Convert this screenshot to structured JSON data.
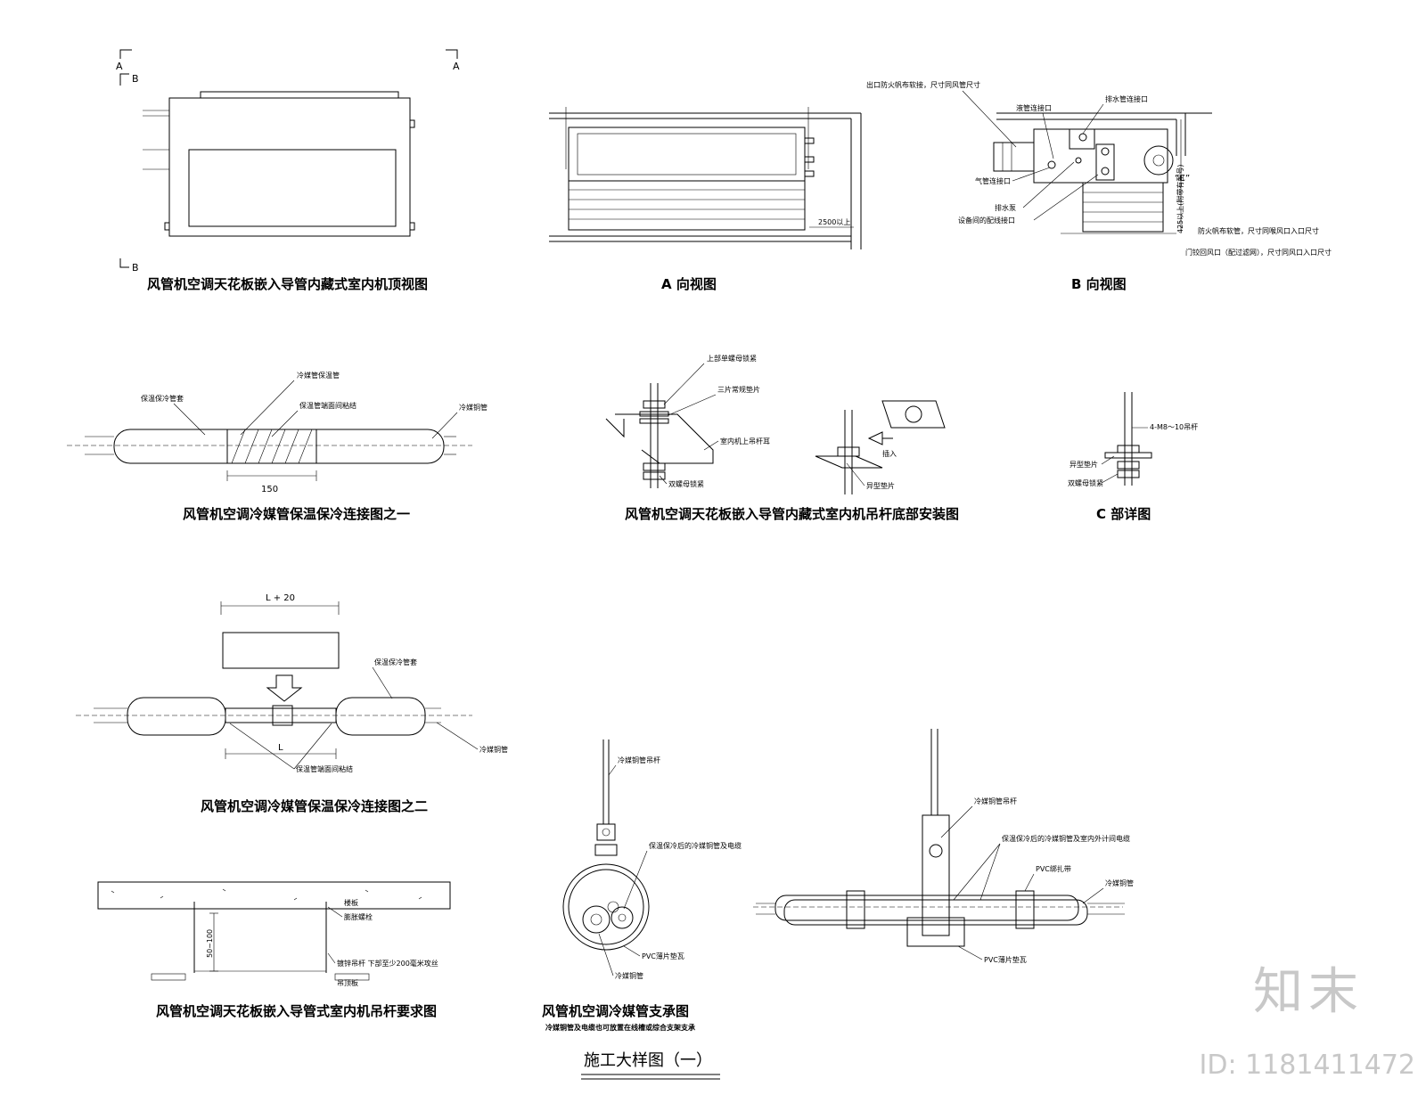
{
  "drawings": {
    "top_view": {
      "caption": "风管机空调天花板嵌入导管内藏式室内机顶视图",
      "sec_a1": "A",
      "sec_a2": "A",
      "sec_b1": "B",
      "sec_b2": "B"
    },
    "a_view": {
      "caption": "A 向视图",
      "dim": "2500以上"
    },
    "b_view": {
      "caption": "B 向视图",
      "notes": [
        "出口防火帆布软接，尺寸同风管尺寸",
        "液管连接口",
        "排水管连接口",
        "气管连接口",
        "排水泵",
        "设备间的配线接口",
        "防火帆布软管，尺寸同喉风口入口尺寸",
        "门铰回风口（配过滤网），尺寸同风口入口尺寸"
      ],
      "c_mark": "“C”",
      "vert_dim": "425以上(附带有型号)"
    },
    "insulation1": {
      "caption": "风管机空调冷媒管保温保冷连接图之一",
      "notes": [
        "冷媒管保温管",
        "保温保冷管套",
        "保温管端面间粘结",
        "冷媒铜管"
      ],
      "dim": "150"
    },
    "hanger_install": {
      "caption": "风管机空调天花板嵌入导管内藏式室内机吊杆底部安装图",
      "notes": [
        "上部单螺母锁紧",
        "三片常规垫片",
        "室内机上吊杆耳",
        "双螺母锁紧",
        "插入",
        "异型垫片"
      ]
    },
    "c_detail": {
      "caption": "C 部详图",
      "notes": [
        "4-M8～10吊杆",
        "异型垫片",
        "双螺母锁紧"
      ]
    },
    "insulation2": {
      "caption": "风管机空调冷媒管保温保冷连接图之二",
      "dim_top": "L + 20",
      "dim_bottom": "L",
      "notes": [
        "保温保冷管套",
        "冷媒铜管",
        "保温管端面间粘结"
      ]
    },
    "hanger_req": {
      "caption": "风管机空调天花板嵌入导管式室内机吊杆要求图",
      "notes": [
        "楼板",
        "膨胀螺栓",
        "镀锌吊杆 下部至少200毫米攻丝",
        "吊顶板"
      ],
      "dim": "50~100"
    },
    "support": {
      "caption": "风管机空调冷媒管支承图",
      "sub": "冷媒铜管及电缆也可放置在线槽或综合支架支承",
      "notes_left": [
        "冷媒铜管吊杆",
        "保温保冷后的冷媒铜管及电缆",
        "PVC薄片垫瓦",
        "冷媒铜管"
      ],
      "notes_right": [
        "冷媒铜管吊杆",
        "保温保冷后的冷媒铜管及室内外计间电缆",
        "PVC绑扎带",
        "冷媒铜管",
        "PVC薄片垫瓦"
      ]
    }
  },
  "sheet_title": "施工大样图（一）",
  "watermark": {
    "brand": "知末",
    "id": "ID: 1181411472"
  }
}
